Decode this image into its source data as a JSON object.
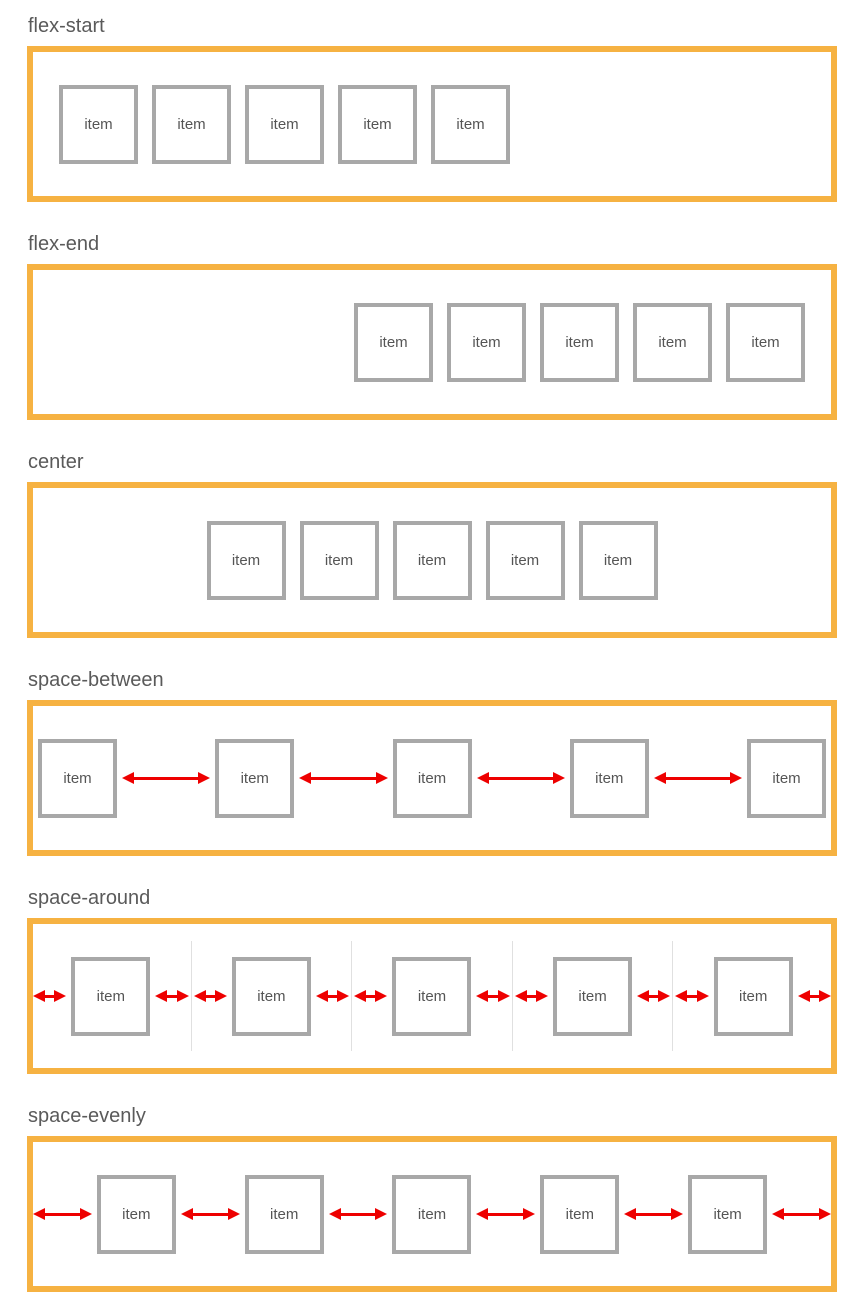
{
  "item_label": "item",
  "item_count": 5,
  "sections": [
    {
      "label": "flex-start",
      "arrows": "none"
    },
    {
      "label": "flex-end",
      "arrows": "none"
    },
    {
      "label": "center",
      "arrows": "none"
    },
    {
      "label": "space-between",
      "arrows": "between-items"
    },
    {
      "label": "space-around",
      "arrows": "around-items-with-dividers"
    },
    {
      "label": "space-evenly",
      "arrows": "all-gaps"
    }
  ],
  "colors": {
    "container_border": "#f6b242",
    "item_border": "#a8a8a8",
    "item_text": "#555555",
    "label_text": "#5a5a5a",
    "arrow_red": "#ee0000",
    "divider_gray": "#e0e0e0"
  }
}
